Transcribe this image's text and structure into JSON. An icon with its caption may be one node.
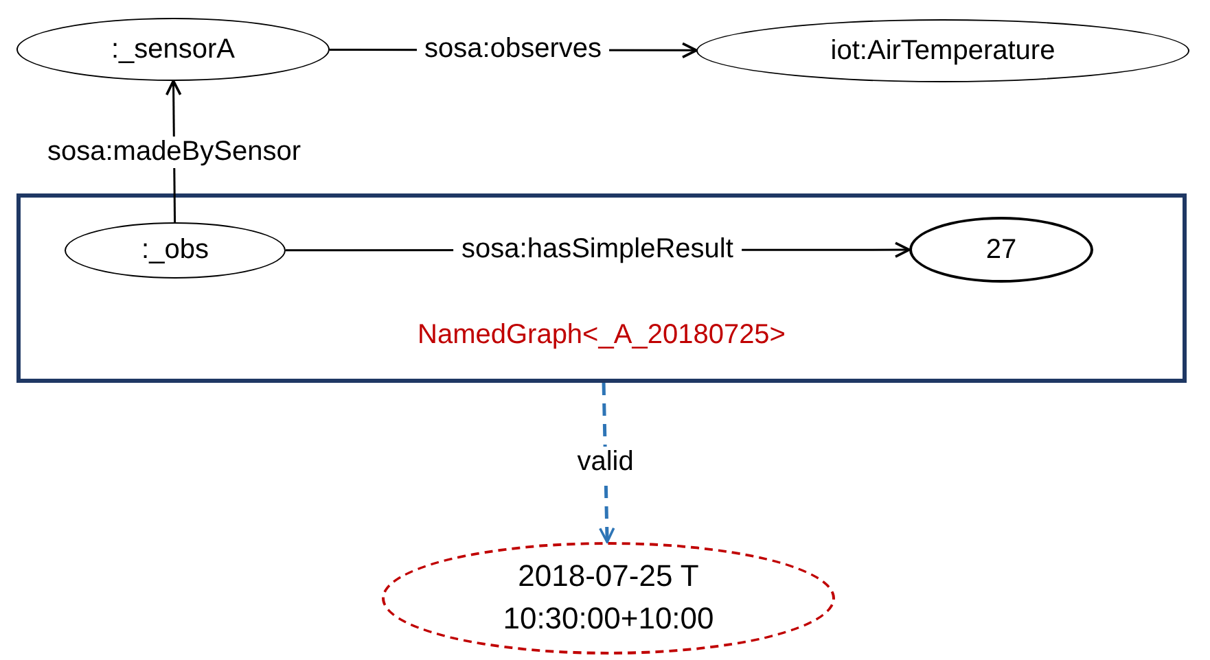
{
  "diagram": {
    "nodes": [
      {
        "text": [
          ":_sensorA"
        ]
      },
      {
        "text": [
          "iot:AirTemperature"
        ]
      },
      {
        "text": [
          "NamedGraph<_A_20180725>"
        ]
      },
      {
        "text": [
          ":_obs"
        ],
        "in": 2
      },
      {
        "text": [
          "27"
        ],
        "in": 2
      },
      {
        "text": [
          "2018-07-25 T 10:30:00+10:00"
        ]
      }
    ],
    "edges": [
      {
        "from": 0,
        "to": 1,
        "arrow": "to",
        "label": "sosa:observes"
      },
      {
        "from": 3,
        "to": 0,
        "arrow": "to",
        "label": "sosa:madeBySensor"
      },
      {
        "from": 3,
        "to": 4,
        "arrow": "to",
        "label": "sosa:hasSimpleResult"
      },
      {
        "from": 2,
        "to": 5,
        "arrow": "to",
        "label": "valid",
        "style": "dashed",
        "color": "#2e75b6"
      }
    ]
  }
}
